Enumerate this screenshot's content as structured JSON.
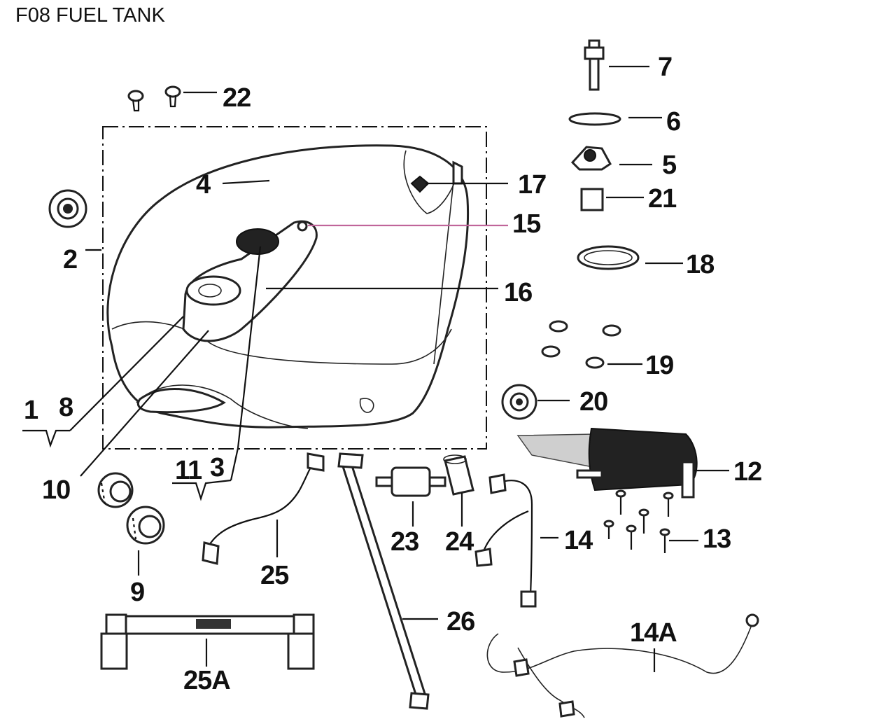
{
  "title": "F08 FUEL TANK",
  "callouts": {
    "c1": "1",
    "c2": "2",
    "c3": "3",
    "c4": "4",
    "c5": "5",
    "c6": "6",
    "c7": "7",
    "c8": "8",
    "c9": "9",
    "c10": "10",
    "c11": "11",
    "c12": "12",
    "c13": "13",
    "c14": "14",
    "c14a": "14A",
    "c15": "15",
    "c16": "16",
    "c17": "17",
    "c18": "18",
    "c19": "19",
    "c20": "20",
    "c21": "21",
    "c22": "22",
    "c23": "23",
    "c24": "24",
    "c25": "25",
    "c25a": "25A",
    "c26": "26"
  },
  "colors": {
    "ink": "#111111",
    "highlight_leader": "#c0659a"
  }
}
